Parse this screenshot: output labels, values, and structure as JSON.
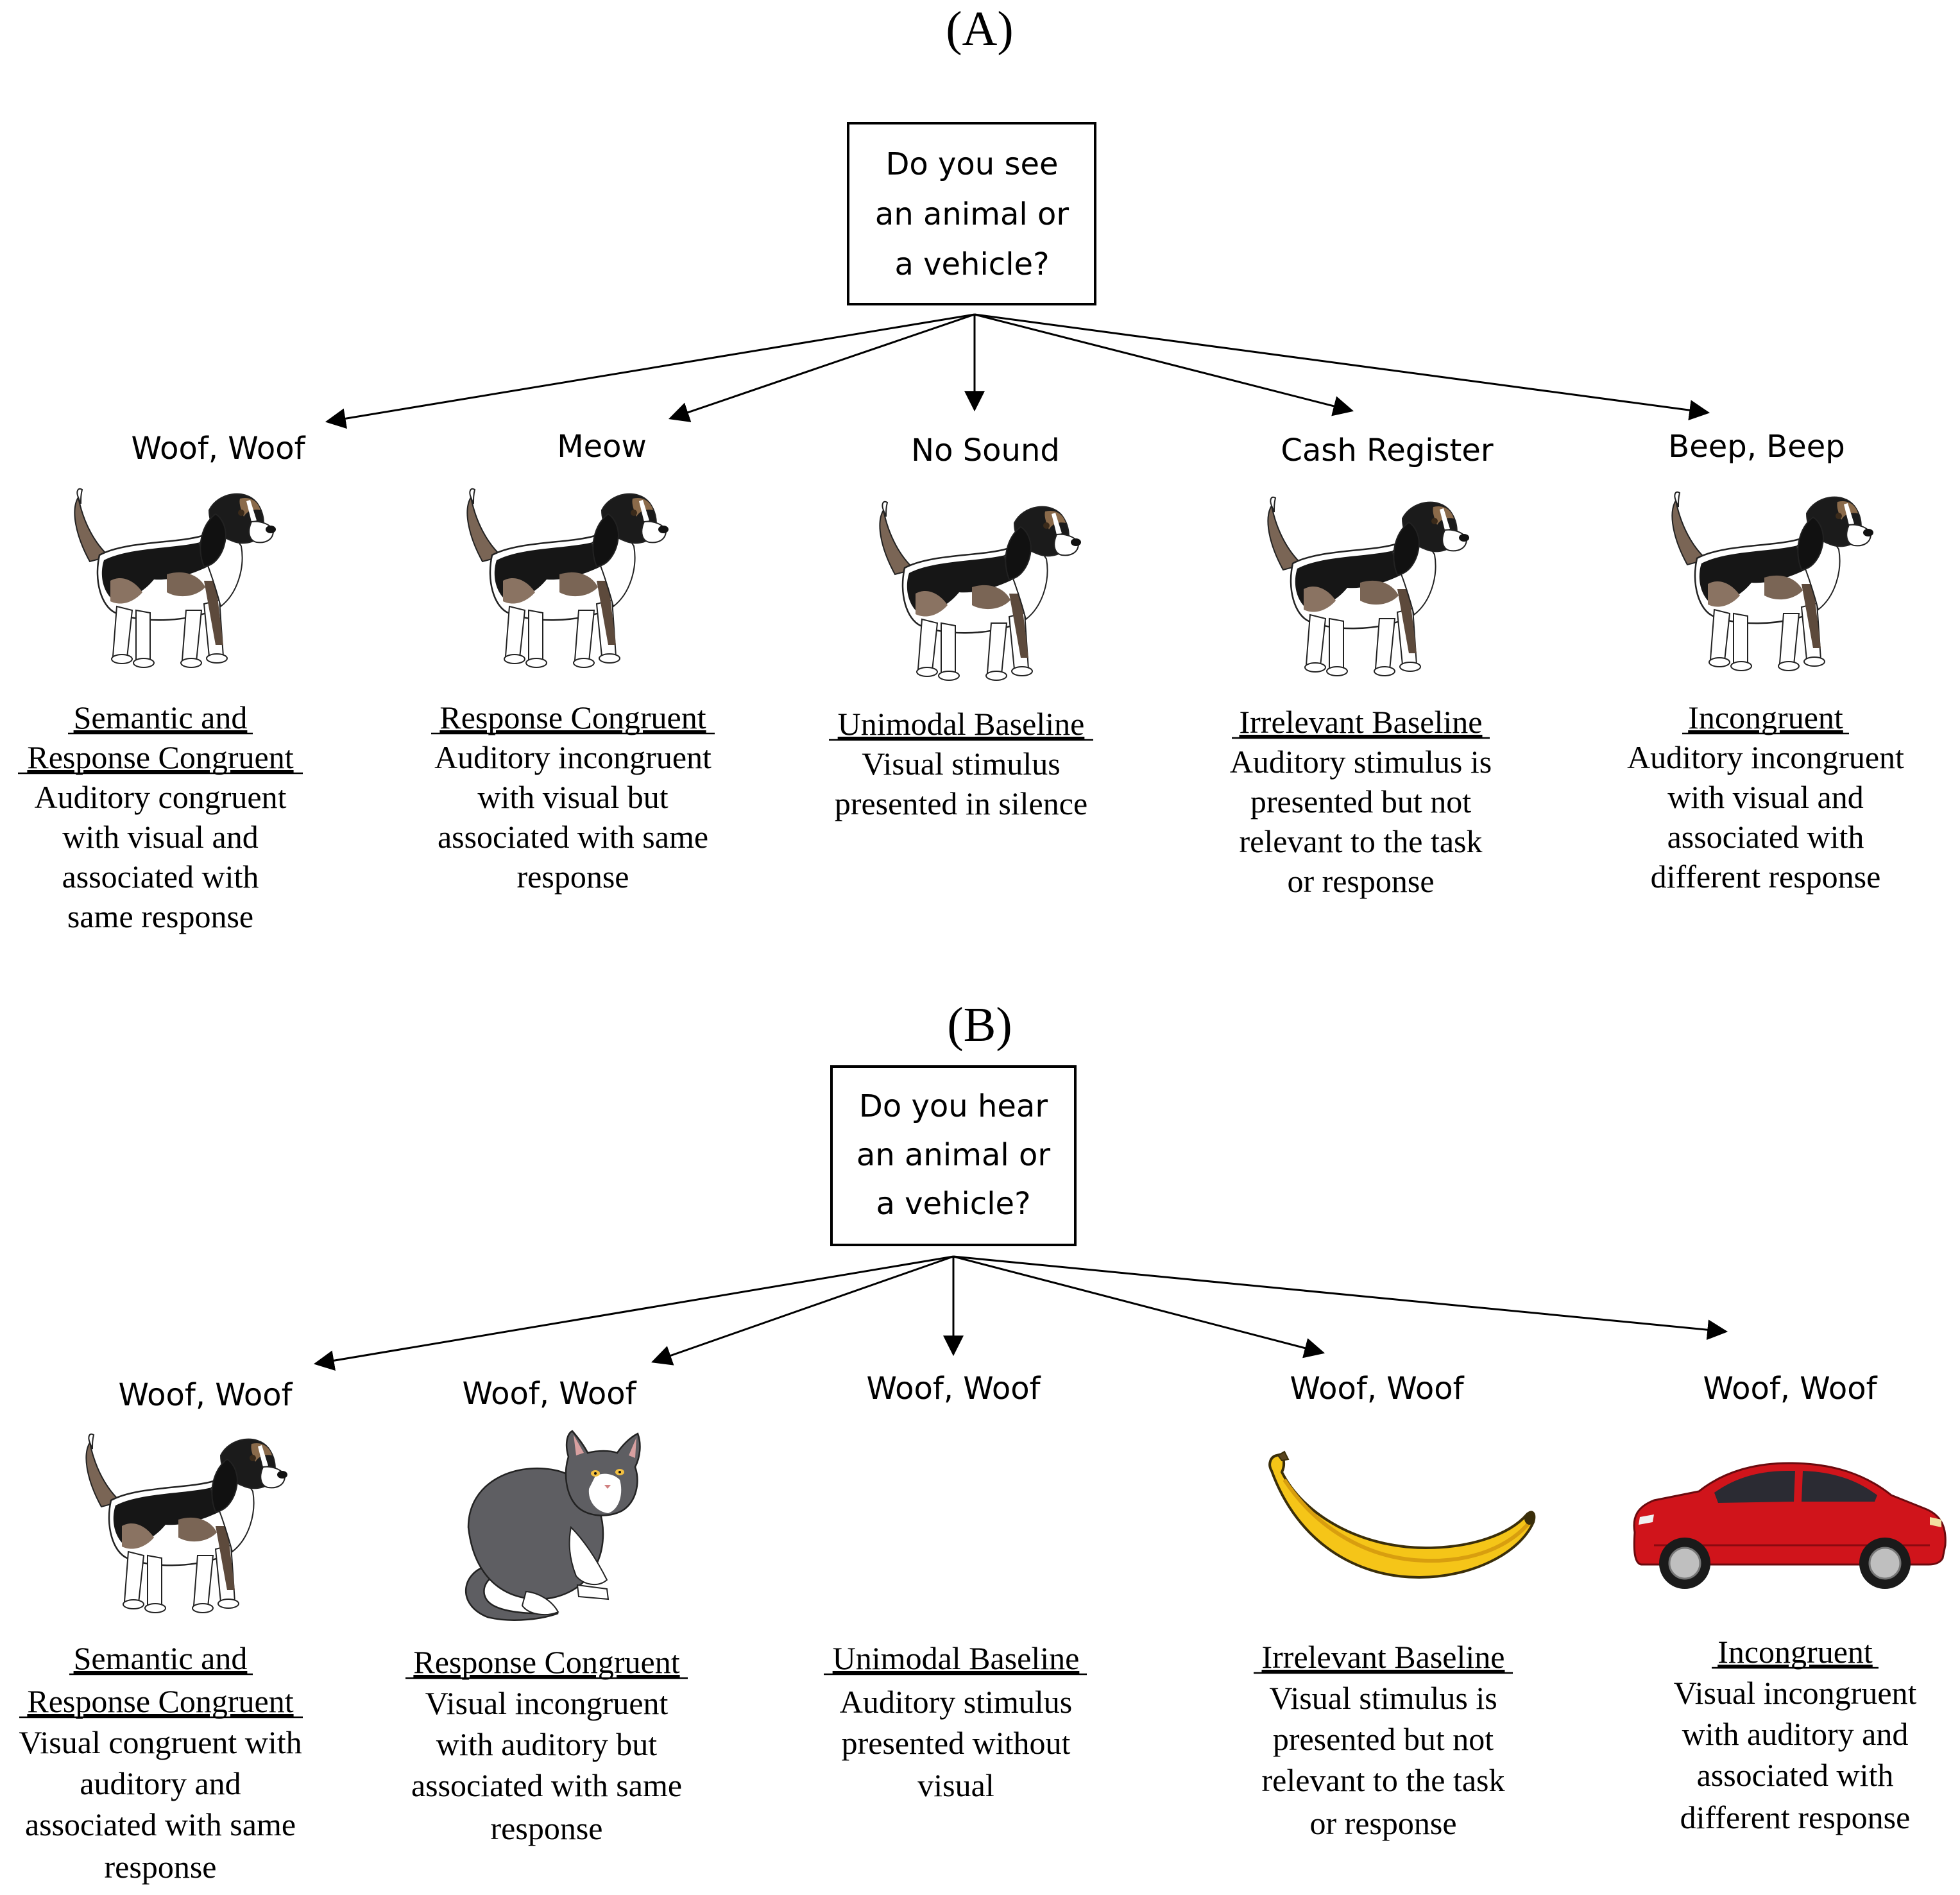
{
  "panel_a": {
    "label": "(A)",
    "question": [
      "Do you see",
      "an animal or",
      "a vehicle?"
    ],
    "branches": [
      {
        "sound": "Woof, Woof",
        "picture": "dog",
        "title": [
          "Semantic and",
          "Response Congruent"
        ],
        "description": [
          "Auditory congruent",
          "with visual and",
          "associated with",
          "same response"
        ]
      },
      {
        "sound": "Meow",
        "picture": "dog",
        "title": [
          "Response Congruent"
        ],
        "description": [
          "Auditory incongruent",
          "with visual but",
          "associated with same",
          "response"
        ]
      },
      {
        "sound": "No Sound",
        "picture": "dog",
        "title": [
          "Unimodal Baseline"
        ],
        "description": [
          "Visual stimulus",
          "presented in silence"
        ]
      },
      {
        "sound": "Cash Register",
        "picture": "dog",
        "title": [
          "Irrelevant Baseline"
        ],
        "description": [
          "Auditory stimulus is",
          "presented but not",
          "relevant to the task",
          "or response"
        ]
      },
      {
        "sound": "Beep, Beep",
        "picture": "dog",
        "title": [
          "Incongruent"
        ],
        "description": [
          "Auditory incongruent",
          "with visual and",
          "associated with",
          "different response"
        ]
      }
    ]
  },
  "panel_b": {
    "label": "(B)",
    "question": [
      "Do you hear",
      "an animal or",
      "a vehicle?"
    ],
    "branches": [
      {
        "sound": "Woof, Woof",
        "picture": "dog",
        "title": [
          "Semantic and",
          "Response Congruent"
        ],
        "description": [
          "Visual congruent with",
          "auditory and",
          "associated with same",
          "response"
        ]
      },
      {
        "sound": "Woof, Woof",
        "picture": "cat",
        "title": [
          "Response Congruent"
        ],
        "description": [
          "Visual incongruent",
          "with auditory but",
          "associated with same",
          "response"
        ]
      },
      {
        "sound": "Woof, Woof",
        "picture": "none",
        "title": [
          "Unimodal Baseline"
        ],
        "description": [
          "Auditory stimulus",
          "presented without",
          "visual"
        ]
      },
      {
        "sound": "Woof, Woof",
        "picture": "banana",
        "title": [
          "Irrelevant Baseline"
        ],
        "description": [
          "Visual stimulus is",
          "presented but not",
          "relevant to the task",
          "or response"
        ]
      },
      {
        "sound": "Woof, Woof",
        "picture": "car",
        "title": [
          "Incongruent"
        ],
        "description": [
          "Visual incongruent",
          "with auditory and",
          "associated with",
          "different response"
        ]
      }
    ],
    "colors": {
      "car": "#d0141b",
      "banana": "#f5c518",
      "cat": "#5e5e62"
    }
  }
}
